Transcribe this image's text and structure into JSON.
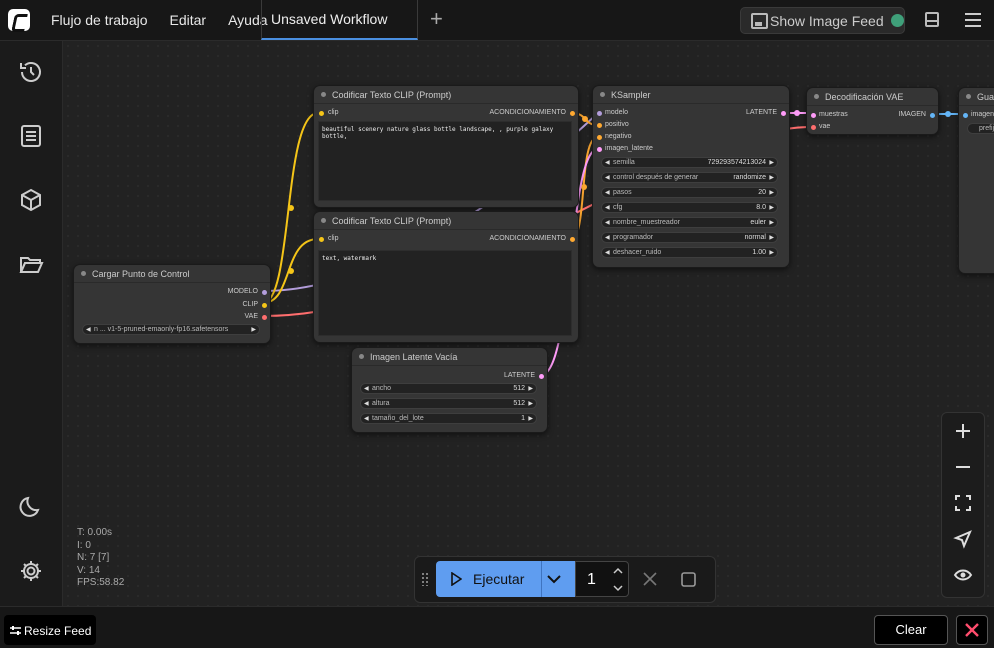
{
  "menu": {
    "items": [
      "Flujo de trabajo",
      "Editar",
      "Ayuda"
    ],
    "tab_label": "Unsaved Workflow",
    "feed_label": "Show Image Feed"
  },
  "stats": {
    "t": "T: 0.00s",
    "i": "I: 0",
    "n": "N: 7 [7]",
    "v": "V: 14",
    "fps": "FPS:58.82"
  },
  "nodes": {
    "checkpoint": {
      "title": "Cargar Punto de Control",
      "out_model": "MODELO",
      "out_clip": "CLIP",
      "out_vae": "VAE",
      "ckpt": "n ... v1-5-pruned-emaonly-fp16.safetensors"
    },
    "clip_pos": {
      "title": "Codificar Texto CLIP (Prompt)",
      "in_clip": "clip",
      "out": "ACONDICIONAMIENTO",
      "text": "beautiful scenery nature glass bottle landscape, , purple galaxy bottle,"
    },
    "clip_neg": {
      "title": "Codificar Texto CLIP (Prompt)",
      "in_clip": "clip",
      "out": "ACONDICIONAMIENTO",
      "text": "text, watermark"
    },
    "latent": {
      "title": "Imagen Latente Vacía",
      "out": "LATENTE",
      "widgets": [
        {
          "label": "ancho",
          "value": "512"
        },
        {
          "label": "altura",
          "value": "512"
        },
        {
          "label": "tamaño_del_lote",
          "value": "1"
        }
      ]
    },
    "ksampler": {
      "title": "KSampler",
      "inputs": [
        "modelo",
        "positivo",
        "negativo",
        "imagen_latente"
      ],
      "out": "LATENTE",
      "widgets": [
        {
          "label": "semilla",
          "value": "729293574213024"
        },
        {
          "label": "control después de generar",
          "value": "randomize"
        },
        {
          "label": "pasos",
          "value": "20"
        },
        {
          "label": "cfg",
          "value": "8.0"
        },
        {
          "label": "nombre_muestreador",
          "value": "euler"
        },
        {
          "label": "programador",
          "value": "normal"
        },
        {
          "label": "deshacer_ruido",
          "value": "1.00"
        }
      ]
    },
    "vae": {
      "title": "Decodificación VAE",
      "in_samples": "muestras",
      "in_vae": "vae",
      "out": "IMAGEN"
    },
    "save": {
      "title": "Gua",
      "in_images": "imagen",
      "prefix": "prefij"
    }
  },
  "run": {
    "label": "Ejecutar",
    "count": "1"
  },
  "bottom": {
    "resize_label": "Resize Feed",
    "clear_label": "Clear"
  },
  "colors": {
    "accent": "#5f9df0",
    "clip_wire": "#f5c518",
    "model_wire": "#b39ddb",
    "vae_wire": "#ff6e6e",
    "latent_wire": "#ff9cf9",
    "cond_wire": "#ffa931",
    "image_wire": "#64b5f6"
  }
}
